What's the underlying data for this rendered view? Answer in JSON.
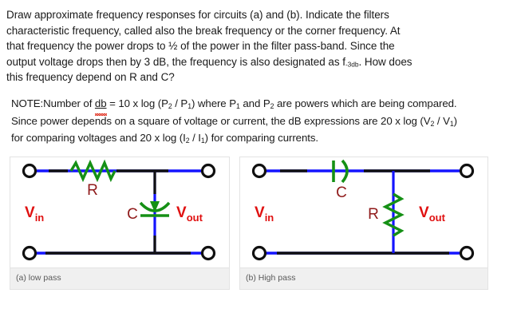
{
  "question": {
    "marker": ")",
    "lines": [
      "Draw approximate frequency responses for circuits (a) and (b).  Indicate the filters",
      "characteristic frequency, called also the break frequency or the corner frequency.  At",
      "that frequency the power drops to ½ of the power in the filter pass-band.  Since the",
      "output voltage drops then by 3 dB, the frequency is also designated as f",
      "this frequency depend on R and C?"
    ],
    "f_subscript": "-3db",
    "line4_tail": ".  How does"
  },
  "note": {
    "label": "NOTE:",
    "line1_a": "Number of ",
    "line1_spell": "db",
    "line1_b": " = 10 x log (P",
    "line1_sub1": "2",
    "line1_c": " / P",
    "line1_sub2": "1",
    "line1_d": ") where P",
    "line1_sub3": "1",
    "line1_e": " and P",
    "line1_sub4": "2",
    "line1_f": " are powers which are being compared.",
    "line2_a": "Since power depends on a square of voltage or current, the dB expressions are 20 x log (V",
    "line2_sub1": "2",
    "line2_b": " / V",
    "line2_sub2": "1",
    "line2_c": ")",
    "line3_a": "for comparing voltages and 20 x log (I",
    "line3_sub1": "2",
    "line3_b": " / I",
    "line3_sub2": "1",
    "line3_c": ") for comparing currents."
  },
  "figures": [
    {
      "id": "low-pass",
      "caption": "(a) low pass",
      "input_label": "V",
      "input_sub": "in",
      "output_label": "V",
      "output_sub": "out",
      "series_element": "R",
      "shunt_element": "C",
      "series_type": "resistor",
      "shunt_type": "capacitor"
    },
    {
      "id": "high-pass",
      "caption": "(b) High pass",
      "input_label": "V",
      "input_sub": "in",
      "output_label": "V",
      "output_sub": "out",
      "series_element": "C",
      "shunt_element": "R",
      "series_type": "capacitor",
      "shunt_type": "resistor"
    }
  ],
  "colors": {
    "wire_blue": "#1414ff",
    "wire_black": "#101010",
    "component_green": "#159015",
    "label_red_bright": "#e01010",
    "label_red_dark": "#8f1a1a",
    "caption_gray": "#5a5a5a",
    "caption_bg": "#f0f0f0",
    "cell_border": "#e3e3e3",
    "spell_underline": "#e03020"
  }
}
